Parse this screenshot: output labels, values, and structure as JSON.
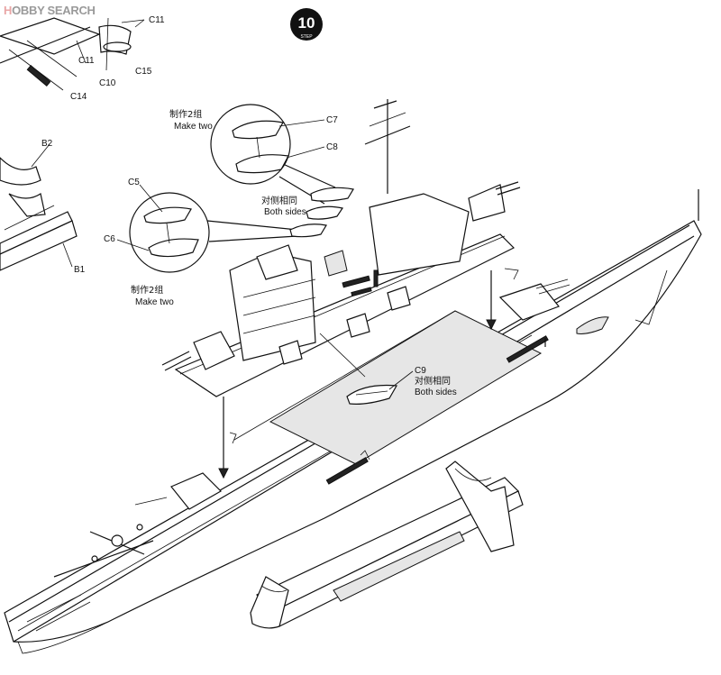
{
  "watermark": {
    "prefix": "H",
    "rest": "OBBY SEARCH"
  },
  "step": {
    "number": "10",
    "label": "STEP"
  },
  "parts": {
    "c5": "C5",
    "c6": "C6",
    "c7": "C7",
    "c8": "C8",
    "c9": "C9",
    "c10": "C10",
    "c11a": "C11",
    "c11b": "C11",
    "c14": "C14",
    "c15": "C15",
    "b1": "B1",
    "b2": "B2"
  },
  "notes": {
    "make_two_cn": "制作2组",
    "make_two_en": "Make two",
    "both_sides_cn": "对侧相同",
    "both_sides_en": "Both sides"
  }
}
